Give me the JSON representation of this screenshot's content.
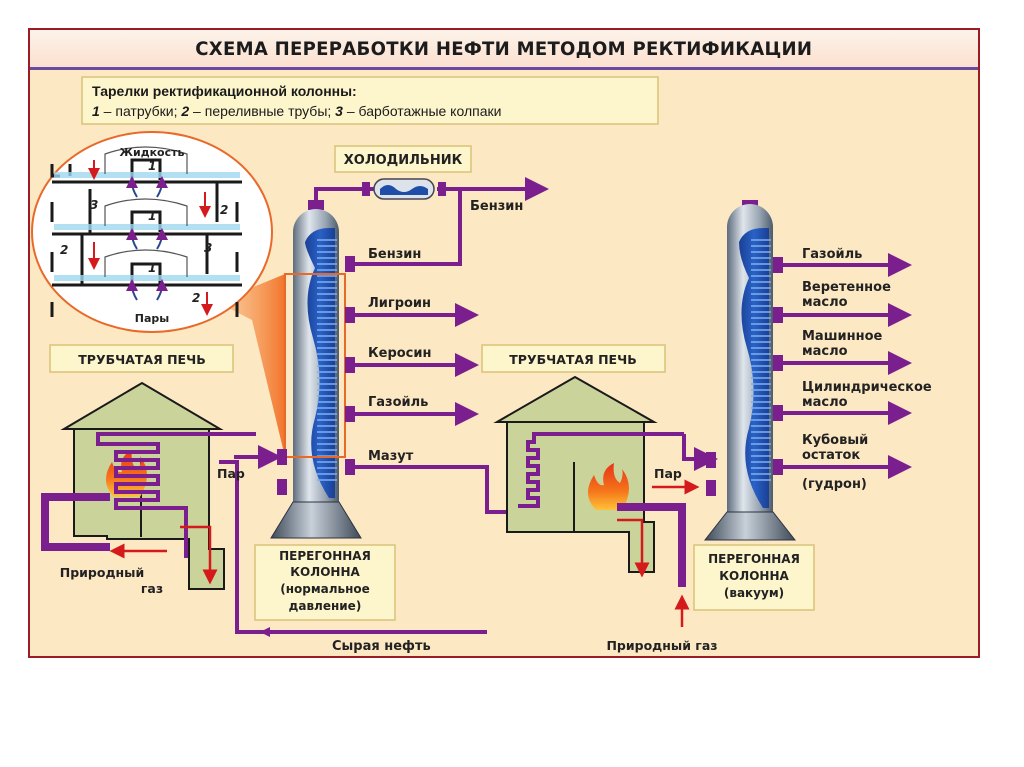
{
  "title": "СХЕМА ПЕРЕРАБОТКИ НЕФТИ МЕТОДОМ РЕКТИФИКАЦИИ",
  "legend": {
    "heading": "Тарелки ректификационной колонны:",
    "items": [
      {
        "num": "1",
        "text": " – патрубки; "
      },
      {
        "num": "2",
        "text": " – переливные трубы; "
      },
      {
        "num": "3",
        "text": " – барботажные колпаки"
      }
    ]
  },
  "inset": {
    "top_label": "Жидкость",
    "bottom_label": "Пары",
    "numbers": [
      "1",
      "1",
      "1",
      "2",
      "2",
      "2",
      "3",
      "3"
    ]
  },
  "cooler_label": "ХОЛОДИЛЬНИК",
  "furnace_label": "ТРУБЧАТАЯ ПЕЧЬ",
  "column1": {
    "caption": [
      "ПЕРЕГОННАЯ",
      "КОЛОННА",
      "(нормальное",
      "давление)"
    ],
    "outputs": [
      "Бензин",
      "Бензин",
      "Лигроин",
      "Керосин",
      "Газойль",
      "Мазут"
    ]
  },
  "column2": {
    "caption": [
      "ПЕРЕГОННАЯ",
      "КОЛОННА",
      "(вакуум)"
    ],
    "outputs": [
      [
        "Газойль"
      ],
      [
        "Веретенное",
        "масло"
      ],
      [
        "Машинное",
        "масло"
      ],
      [
        "Цилиндрическое",
        "масло"
      ],
      [
        "Кубовый",
        "остаток"
      ]
    ],
    "residue_note": "(гудрон)"
  },
  "steam_label": "Пар",
  "gas_label_left": [
    "Природный",
    "газ"
  ],
  "gas_label_right": "Природный газ",
  "crude_oil_label": "Сырая нефть",
  "colors": {
    "pipe": "#7b1f8f",
    "column_fill": "#1d4fb0",
    "steel": "#8f9aa8",
    "frame": "#9b1c24",
    "background": "#fde8c4",
    "furnace": "#c9d39a",
    "flame": "#f26a1b",
    "arrow_red": "#d41a1a",
    "highlight": "#e86a2a"
  }
}
